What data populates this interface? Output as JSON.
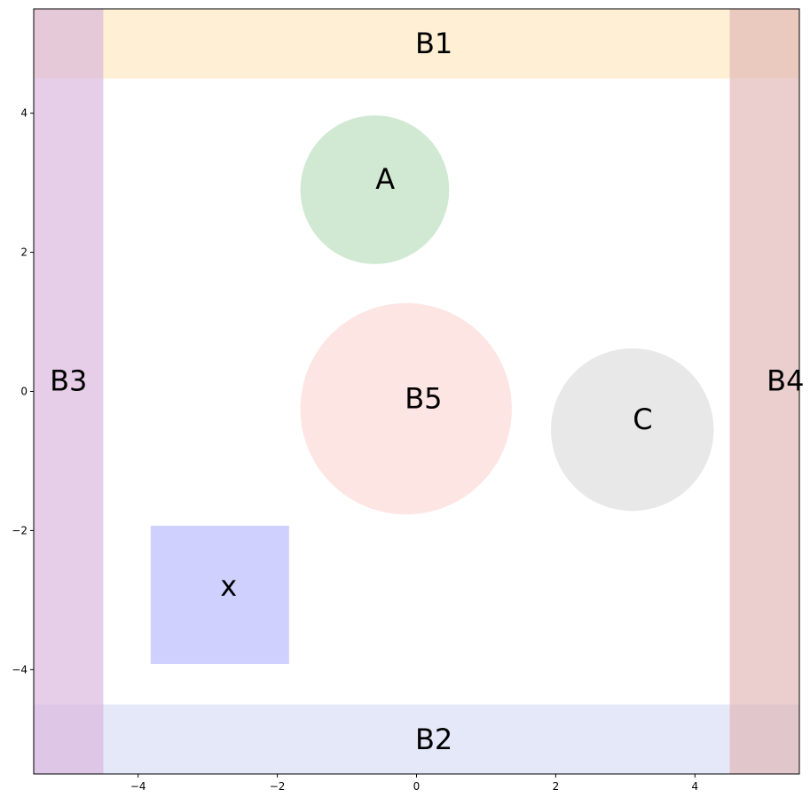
{
  "figure": {
    "xlim": [
      -5.5,
      5.5
    ],
    "ylim": [
      -5.5,
      5.5
    ],
    "xticks": [
      -4,
      -2,
      0,
      2,
      4
    ],
    "yticks": [
      -4,
      -2,
      0,
      2,
      4
    ],
    "xtick_labels": [
      "−4",
      "−2",
      "0",
      "2",
      "4"
    ],
    "ytick_labels": [
      "−4",
      "−2",
      "0",
      "2",
      "4"
    ]
  },
  "borders": [
    {
      "id": "B1",
      "label": "B1",
      "x": [
        -5.5,
        5.5
      ],
      "y": [
        4.5,
        5.5
      ],
      "color": "#ffe8bf",
      "label_at": [
        0.25,
        5.0
      ]
    },
    {
      "id": "B2",
      "label": "B2",
      "x": [
        -5.5,
        5.5
      ],
      "y": [
        -5.5,
        -4.5
      ],
      "color": "#d5dcf5",
      "label_at": [
        0.25,
        -5.0
      ]
    },
    {
      "id": "B3",
      "label": "B3",
      "x": [
        -5.5,
        -4.5
      ],
      "y": [
        -5.5,
        5.5
      ],
      "color": "#d8b4dc",
      "label_at": [
        -5.0,
        0.15
      ]
    },
    {
      "id": "B4",
      "label": "B4",
      "x": [
        4.5,
        5.5
      ],
      "y": [
        -5.5,
        5.5
      ],
      "color": "#dfb6b4",
      "label_at": [
        5.3,
        0.15
      ]
    }
  ],
  "circles": [
    {
      "id": "A",
      "label": "A",
      "cx": -0.6,
      "cy": 2.9,
      "r": 1.05,
      "color": "#d1e9d3",
      "label_at": [
        -0.45,
        3.05
      ]
    },
    {
      "id": "B5",
      "label": "B5",
      "cx": -0.15,
      "cy": -0.25,
      "r": 1.5,
      "color": "#fde5e3",
      "label_at": [
        0.1,
        -0.1
      ]
    },
    {
      "id": "C",
      "label": "C",
      "cx": 3.1,
      "cy": -0.55,
      "r": 1.15,
      "color": "#e8e8e8",
      "label_at": [
        3.25,
        -0.4
      ]
    }
  ],
  "squares": [
    {
      "id": "x",
      "label": "x",
      "x": [
        -3.8,
        -1.85
      ],
      "y": [
        -3.9,
        -1.95
      ],
      "color": "#d0d0ff",
      "label_at": [
        -2.7,
        -2.8
      ]
    }
  ]
}
